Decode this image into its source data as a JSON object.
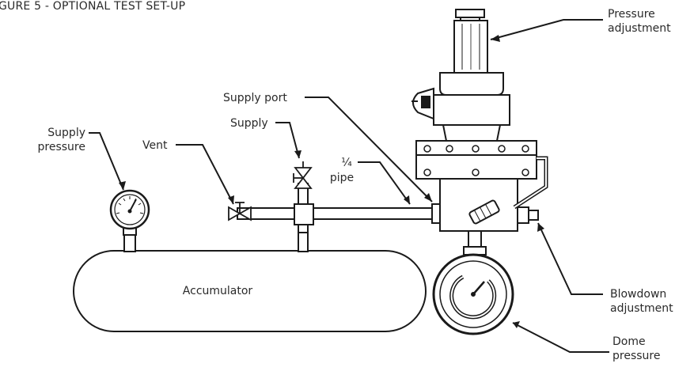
{
  "figure": {
    "title": "GURE 5 - OPTIONAL TEST SET-UP"
  },
  "labels": {
    "pressure_adjustment": [
      "Pressure",
      "adjustment"
    ],
    "supply_port": "Supply port",
    "supply": "Supply",
    "supply_pressure": [
      "Supply",
      "pressure"
    ],
    "vent": "Vent",
    "pipe": [
      "¼",
      "pipe"
    ],
    "accumulator": "Accumulator",
    "blowdown_adjustment": [
      "Blowdown",
      "adjustment"
    ],
    "dome_pressure": [
      "Dome",
      "pressure"
    ]
  }
}
